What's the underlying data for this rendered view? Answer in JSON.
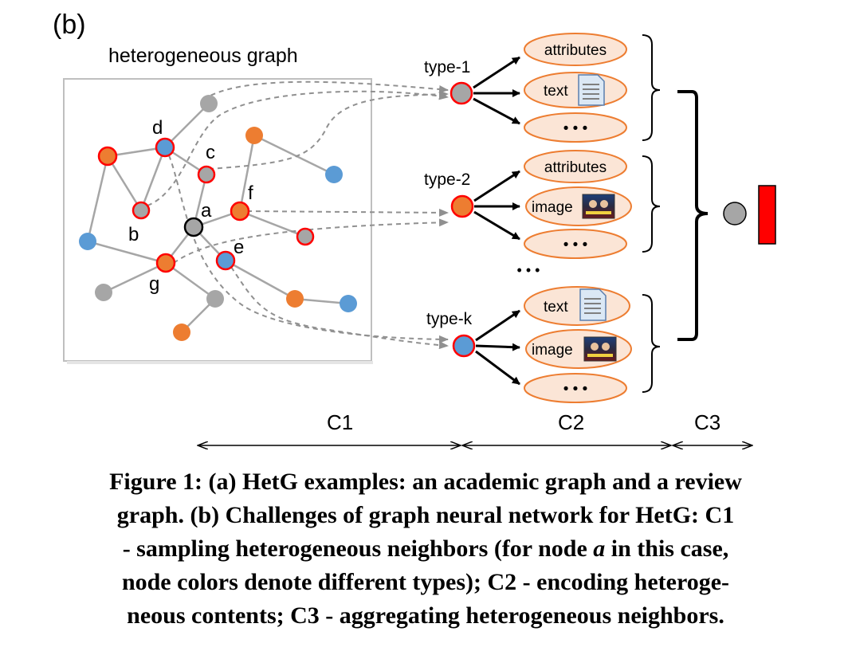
{
  "panel_label": "(b)",
  "graph_title": "heterogeneous graph",
  "node_letters": {
    "a": "a",
    "b": "b",
    "c": "c",
    "d": "d",
    "e": "e",
    "f": "f",
    "g": "g"
  },
  "type_labels": {
    "t1": "type-1",
    "t2": "type-2",
    "tk": "type-k"
  },
  "bubbles": {
    "attributes": "attributes",
    "text": "text",
    "image": "image",
    "ellipsis": "• • •"
  },
  "middle_ellipsis": "• • •",
  "region_labels": {
    "c1": "C1",
    "c2": "C2",
    "c3": "C3"
  },
  "colors": {
    "gray": "#a6a6a6",
    "blue": "#5b9bd5",
    "orange": "#ed7d31",
    "red": "#ff0000",
    "bubble_fill": "#fbe5d6",
    "bubble_stroke": "#ed7d31",
    "edge": "#a6a6a6",
    "dash": "#909090",
    "aggregate_bar": "#ff0000"
  },
  "caption": {
    "line1": "Figure 1: (a) HetG examples: an academic graph and a review",
    "line2": "graph. (b) Challenges of graph neural network for HetG: C1",
    "line3_pre": "- sampling heterogeneous neighbors (for node ",
    "line3_var": "a",
    "line3_post": " in this case,",
    "line4": "node colors denote different types); C2 - encoding heteroge-",
    "line5": "neous contents; C3 - aggregating heterogeneous neighbors."
  }
}
